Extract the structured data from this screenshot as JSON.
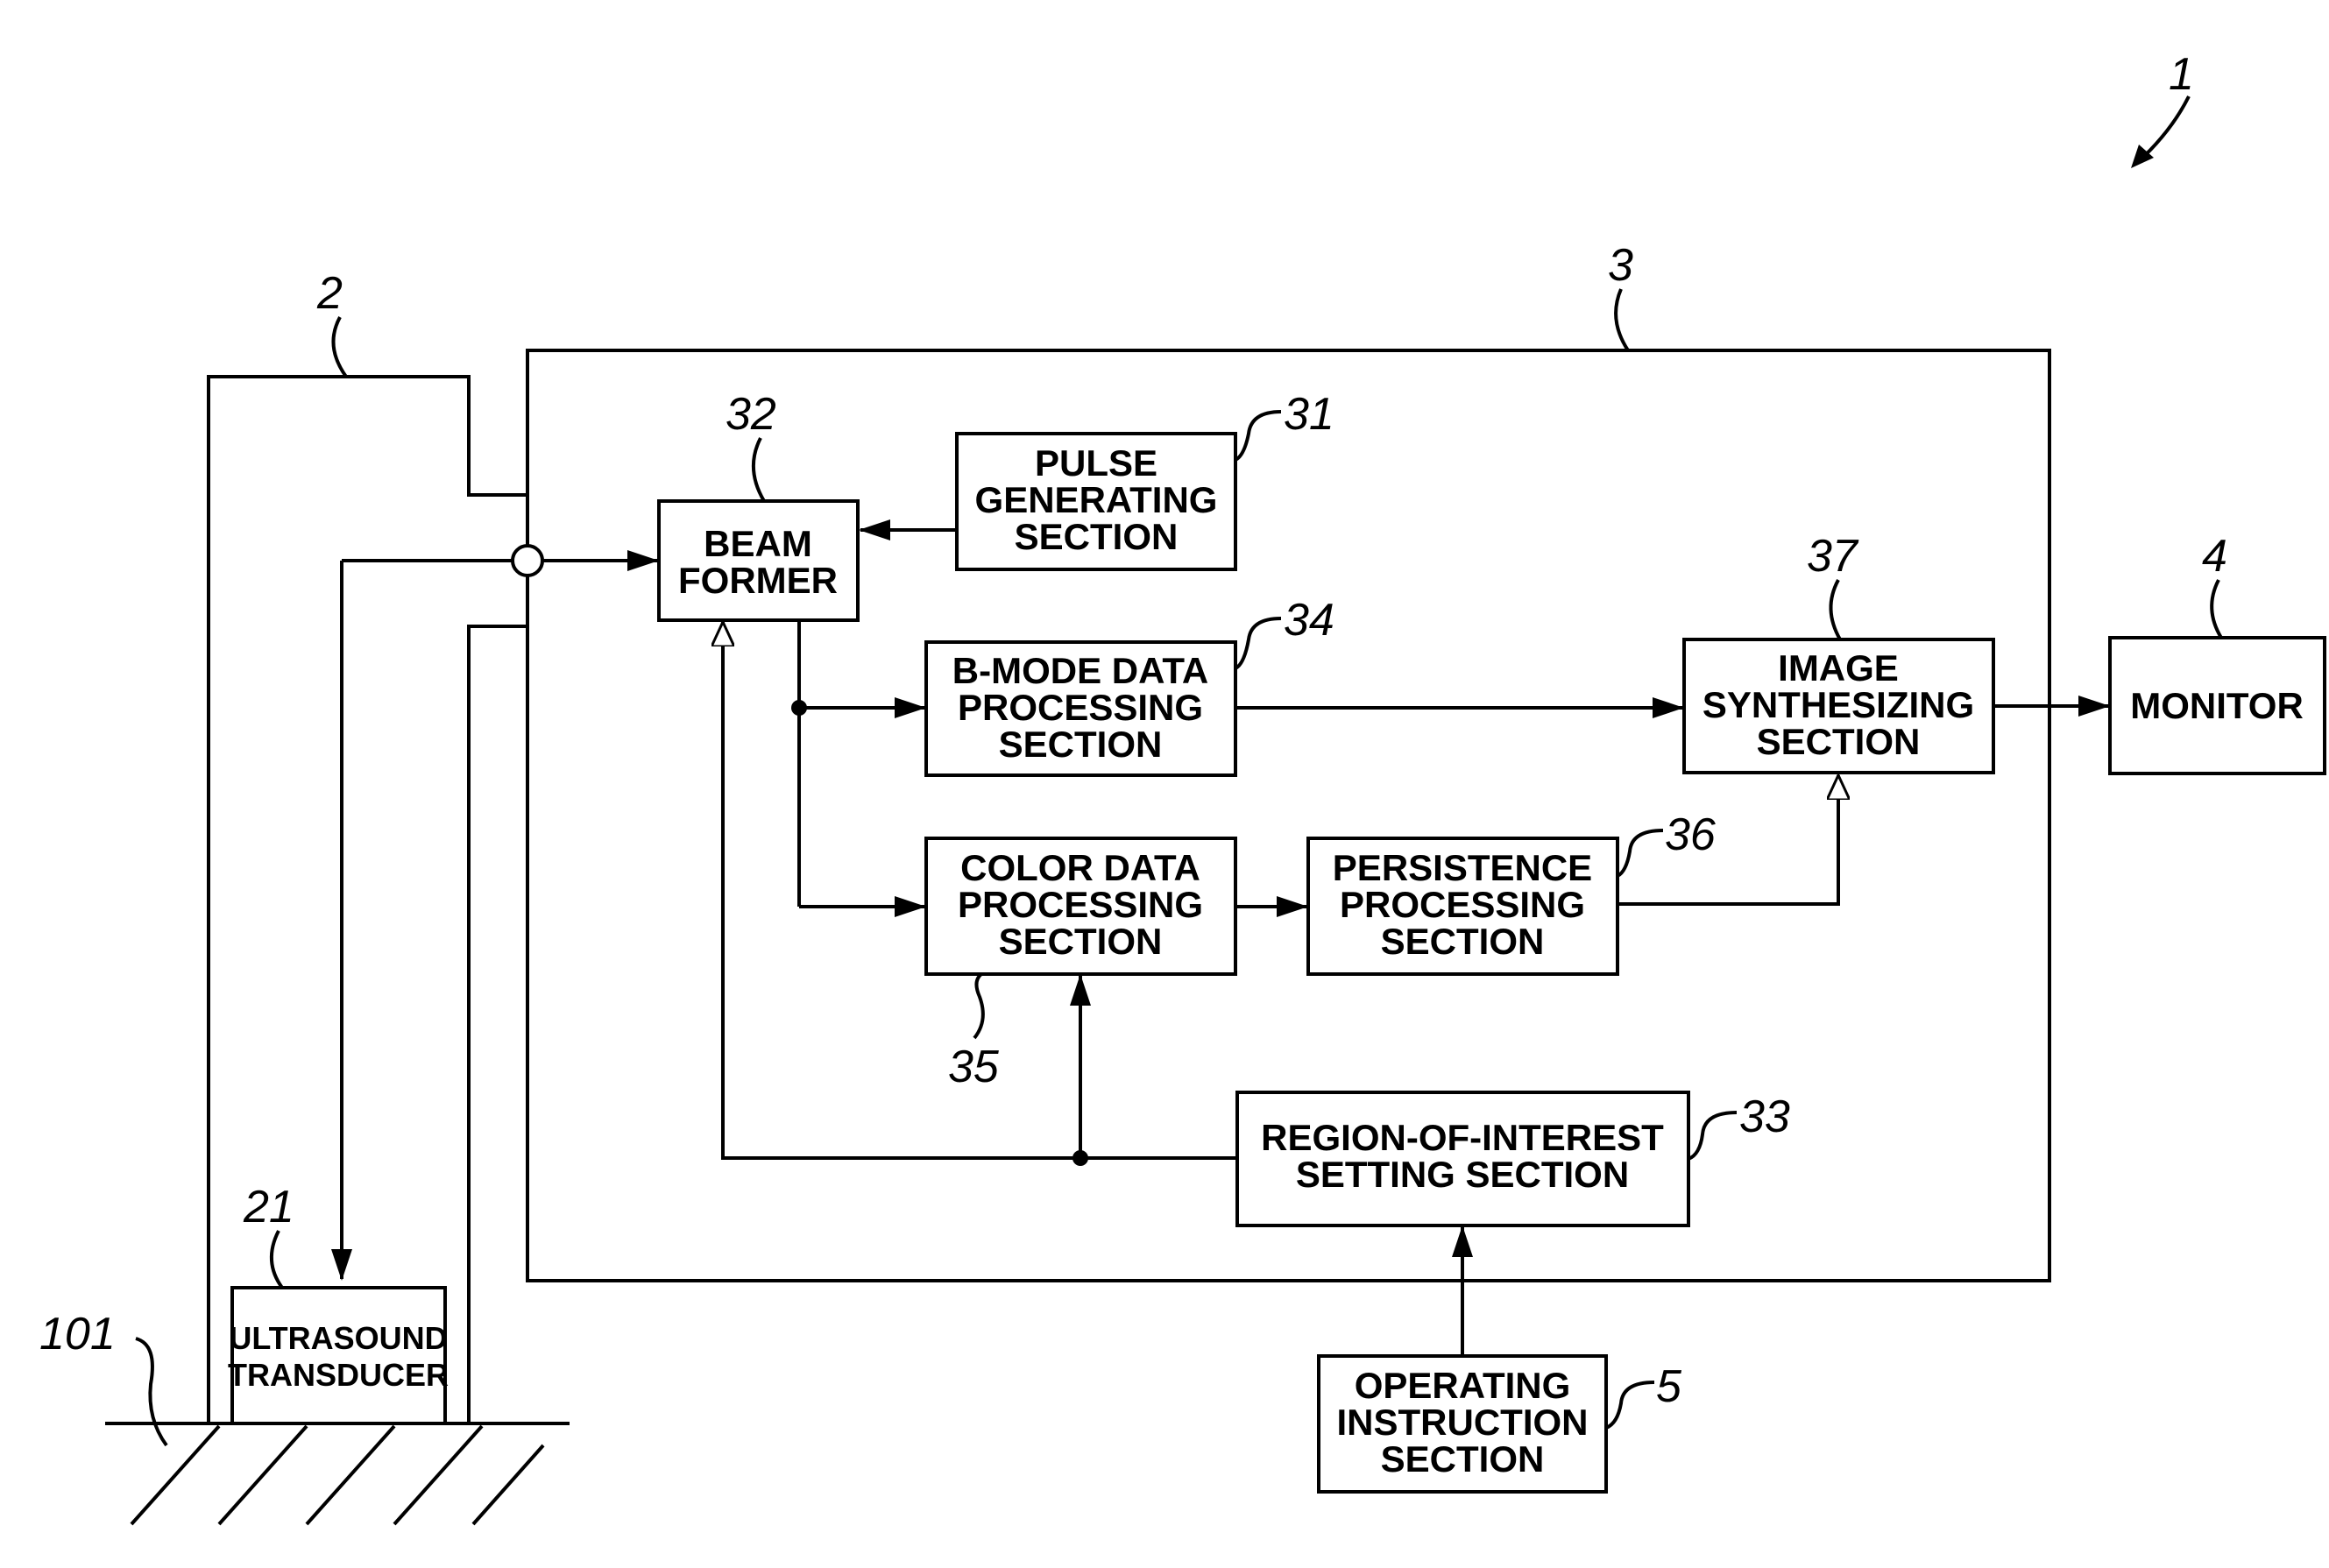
{
  "figure_ref": "1",
  "probe": {
    "ref": "2"
  },
  "main_unit": {
    "ref": "3"
  },
  "monitor": {
    "ref": "4",
    "lines": [
      "MONITOR"
    ]
  },
  "operating_instruction": {
    "ref": "5",
    "lines": [
      "OPERATING",
      "INSTRUCTION",
      "SECTION"
    ]
  },
  "transducer": {
    "ref": "21",
    "lines": [
      "ULTRASOUND",
      "TRANSDUCER"
    ]
  },
  "subject": {
    "ref": "101"
  },
  "pulse_generating": {
    "ref": "31",
    "lines": [
      "PULSE",
      "GENERATING",
      "SECTION"
    ]
  },
  "beam_former": {
    "ref": "32",
    "lines": [
      "BEAM",
      "FORMER"
    ]
  },
  "roi_setting": {
    "ref": "33",
    "lines": [
      "REGION-OF-INTEREST",
      "SETTING SECTION"
    ]
  },
  "bmode_processing": {
    "ref": "34",
    "lines": [
      "B-MODE DATA",
      "PROCESSING",
      "SECTION"
    ]
  },
  "color_processing": {
    "ref": "35",
    "lines": [
      "COLOR DATA",
      "PROCESSING",
      "SECTION"
    ]
  },
  "persistence_processing": {
    "ref": "36",
    "lines": [
      "PERSISTENCE",
      "PROCESSING",
      "SECTION"
    ]
  },
  "image_synthesizing": {
    "ref": "37",
    "lines": [
      "IMAGE",
      "SYNTHESIZING",
      "SECTION"
    ]
  },
  "colors": {
    "line": "#000000",
    "background": "#ffffff"
  }
}
